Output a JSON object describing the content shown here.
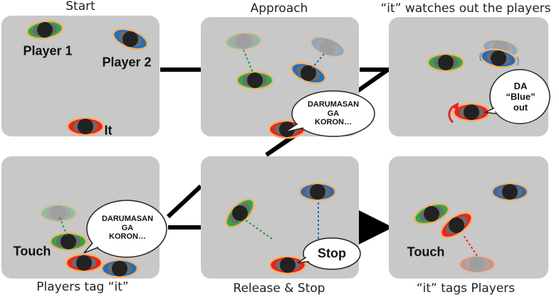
{
  "captions": {
    "start": "Start",
    "approach": "Approach",
    "watch": "“it” watches out the players",
    "players_tag": "Players tag “it”",
    "release_stop": "Release & Stop",
    "it_tags": "“it” tags Players"
  },
  "labels": {
    "player1": "Player 1",
    "player2": "Player 2",
    "it": "It",
    "touch_left": "Touch",
    "touch_right": "Touch"
  },
  "bubbles": {
    "darumasan_top": [
      "DARUMASAN",
      "GA",
      "KORON…"
    ],
    "da_blue_out": [
      "DA",
      "“Blue” out"
    ],
    "darumasan_bottom": [
      "DARUMASAN",
      "GA",
      "KORON…"
    ],
    "stop": "Stop"
  },
  "colors": {
    "panel": "#c8c8c8",
    "player_green": "#2ea84a",
    "player_blue": "#1f6fbf",
    "it_red": "#e8241c",
    "head": "#222222",
    "connector": "#000000"
  }
}
